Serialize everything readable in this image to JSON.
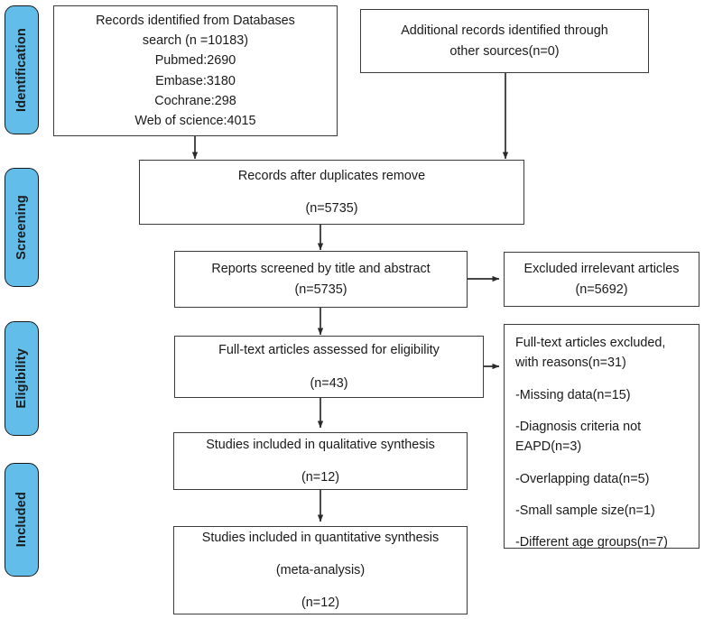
{
  "diagram": {
    "title": "PRISMA flow diagram",
    "accent_color": "#62bde9",
    "box_border_color": "#3b3b3d",
    "background": "#ffffff"
  },
  "phases": [
    {
      "id": "identification",
      "label": "Identification"
    },
    {
      "id": "screening",
      "label": "Screening"
    },
    {
      "id": "eligibility",
      "label": "Eligibility"
    },
    {
      "id": "included",
      "label": "Included"
    }
  ],
  "nodes": {
    "records_identified": {
      "lines": [
        "Records identified from Databases",
        "search (n =10183)",
        "Pubmed:2690",
        "Embase:3180",
        "Cochrane:298",
        "Web of science:4015"
      ]
    },
    "additional_records": {
      "lines": [
        "Additional records identified through",
        "other sources(n=0)"
      ]
    },
    "after_duplicates": {
      "lines": [
        "Records after duplicates remove",
        "(n=5735)"
      ]
    },
    "screened": {
      "lines": [
        "Reports screened by title and abstract",
        "(n=5735)"
      ]
    },
    "excluded_irrelevant": {
      "lines": [
        "Excluded irrelevant articles",
        "(n=5692)"
      ]
    },
    "eligibility_assessed": {
      "lines": [
        "Full-text articles assessed for eligibility",
        "(n=43)"
      ]
    },
    "excluded_reasons": {
      "lines": [
        "Full-text articles excluded, with reasons(n=31)",
        "-Missing data(n=15)",
        "-Diagnosis criteria not EAPD(n=3)",
        "-Overlapping data(n=5)",
        "-Small sample size(n=1)",
        "-Different age groups(n=7)"
      ]
    },
    "qualitative": {
      "lines": [
        "Studies included in qualitative synthesis",
        "(n=12)"
      ]
    },
    "quantitative": {
      "lines": [
        "Studies included in quantitative synthesis",
        "(meta-analysis)",
        "(n=12)"
      ]
    }
  }
}
